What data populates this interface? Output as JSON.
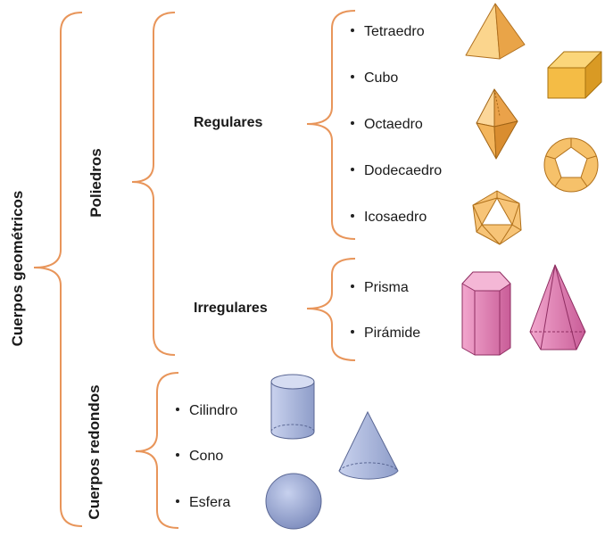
{
  "root": {
    "label": "Cuerpos geométricos"
  },
  "poliedros": {
    "label": "Poliedros",
    "regulares": {
      "label": "Regulares",
      "items": [
        "Tetraedro",
        "Cubo",
        "Octaedro",
        "Dodecaedro",
        "Icosaedro"
      ]
    },
    "irregulares": {
      "label": "Irregulares",
      "items": [
        "Prisma",
        "Pirámide"
      ]
    }
  },
  "redondos": {
    "label": "Cuerpos redondos",
    "items": [
      "Cilindro",
      "Cono",
      "Esfera"
    ]
  },
  "colors": {
    "brace": "#e8955a",
    "regular_fill": "#f7c46a",
    "irregular_fill": "#e07ab0",
    "round_fill": "#a9b7dc"
  }
}
